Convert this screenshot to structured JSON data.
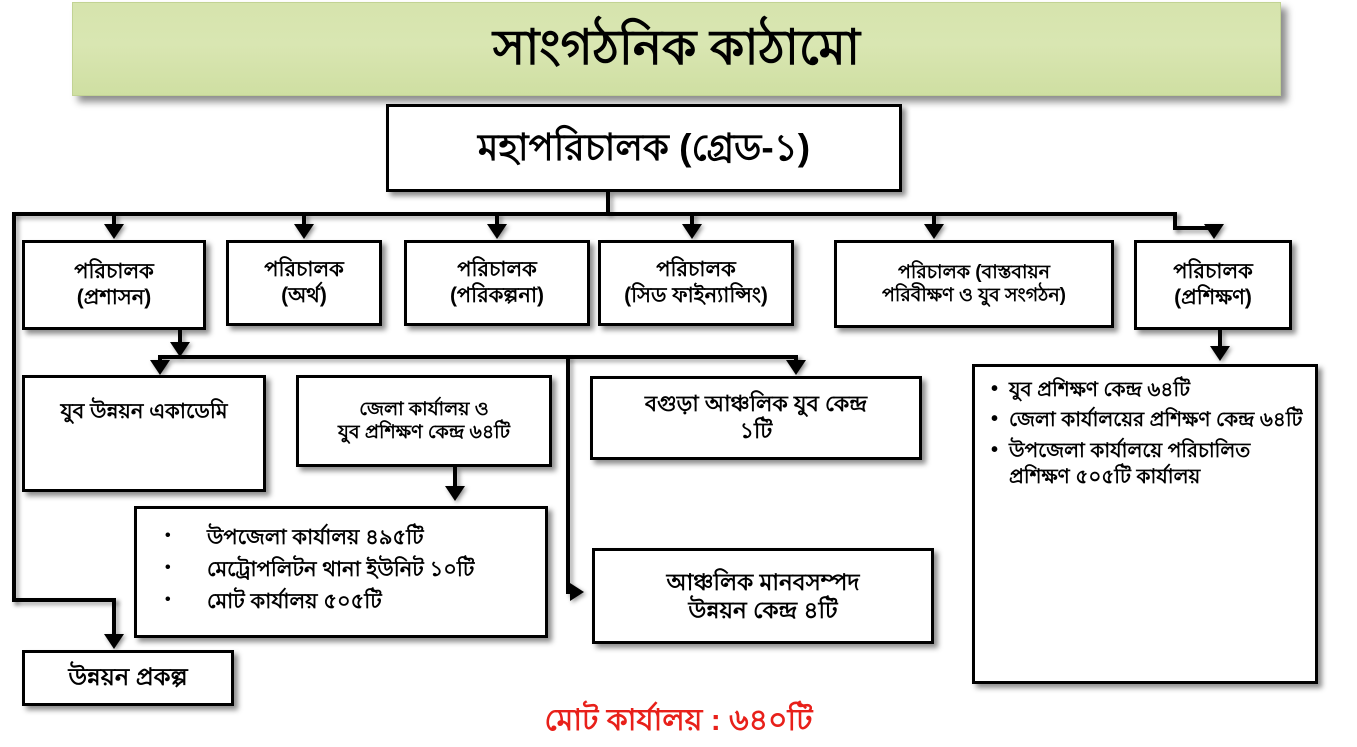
{
  "page": {
    "title": "সাংগঠনিক কাঠামো",
    "language": "Bengali",
    "accent_color": "#d6e4ad",
    "footer_color": "#e8201a"
  },
  "chart": {
    "root": {
      "label": "মহাপরিচালক (গ্রেড-১)"
    },
    "directors": [
      {
        "label": "পরিচালক\n(প্রশাসন)"
      },
      {
        "label": "পরিচালক\n(অর্থ)"
      },
      {
        "label": "পরিচালক\n(পরিকল্পনা)"
      },
      {
        "label": "পরিচালক\n(সিড ফাইন্যান্সিং)"
      },
      {
        "label": "পরিচালক (বাস্তবায়ন\nপরিবীক্ষণ ও যুব সংগঠন)"
      },
      {
        "label": "পরিচালক\n(প্রশিক্ষণ)"
      }
    ],
    "level3": {
      "youth_academy": "যুব উন্নয়ন একাডেমি",
      "district_office": "জেলা কার্যালয় ও\nযুব প্রশিক্ষণ কেন্দ্র ৬৪টি",
      "bogura_center": "বগুড়া আঞ্চলিক যুব কেন্দ্র\n১টি"
    },
    "training_box": {
      "items": [
        "যুব প্রশিক্ষণ কেন্দ্র ৬৪টি",
        "জেলা কার্যালয়ের প্রশিক্ষণ কেন্দ্র ৬৪টি",
        "উপজেলা কার্যালয়ে পরিচালিত প্রশিক্ষণ ৫০৫টি কার্যালয়"
      ]
    },
    "upazila_box": {
      "items": [
        "উপজেলা কার্যালয় ৪৯৫টি",
        "মেট্রোপলিটন থানা ইউনিট ১০টি",
        "মোট কার্যালয় ৫০৫টি"
      ]
    },
    "hrd_center": "আঞ্চলিক মানবসম্পদ\nউন্নয়ন কেন্দ্র ৪টি",
    "dev_project": "উন্নয়ন প্রকল্প"
  },
  "footer": {
    "total_offices": "মোট কার্যালয় : ৬৪০টি"
  }
}
